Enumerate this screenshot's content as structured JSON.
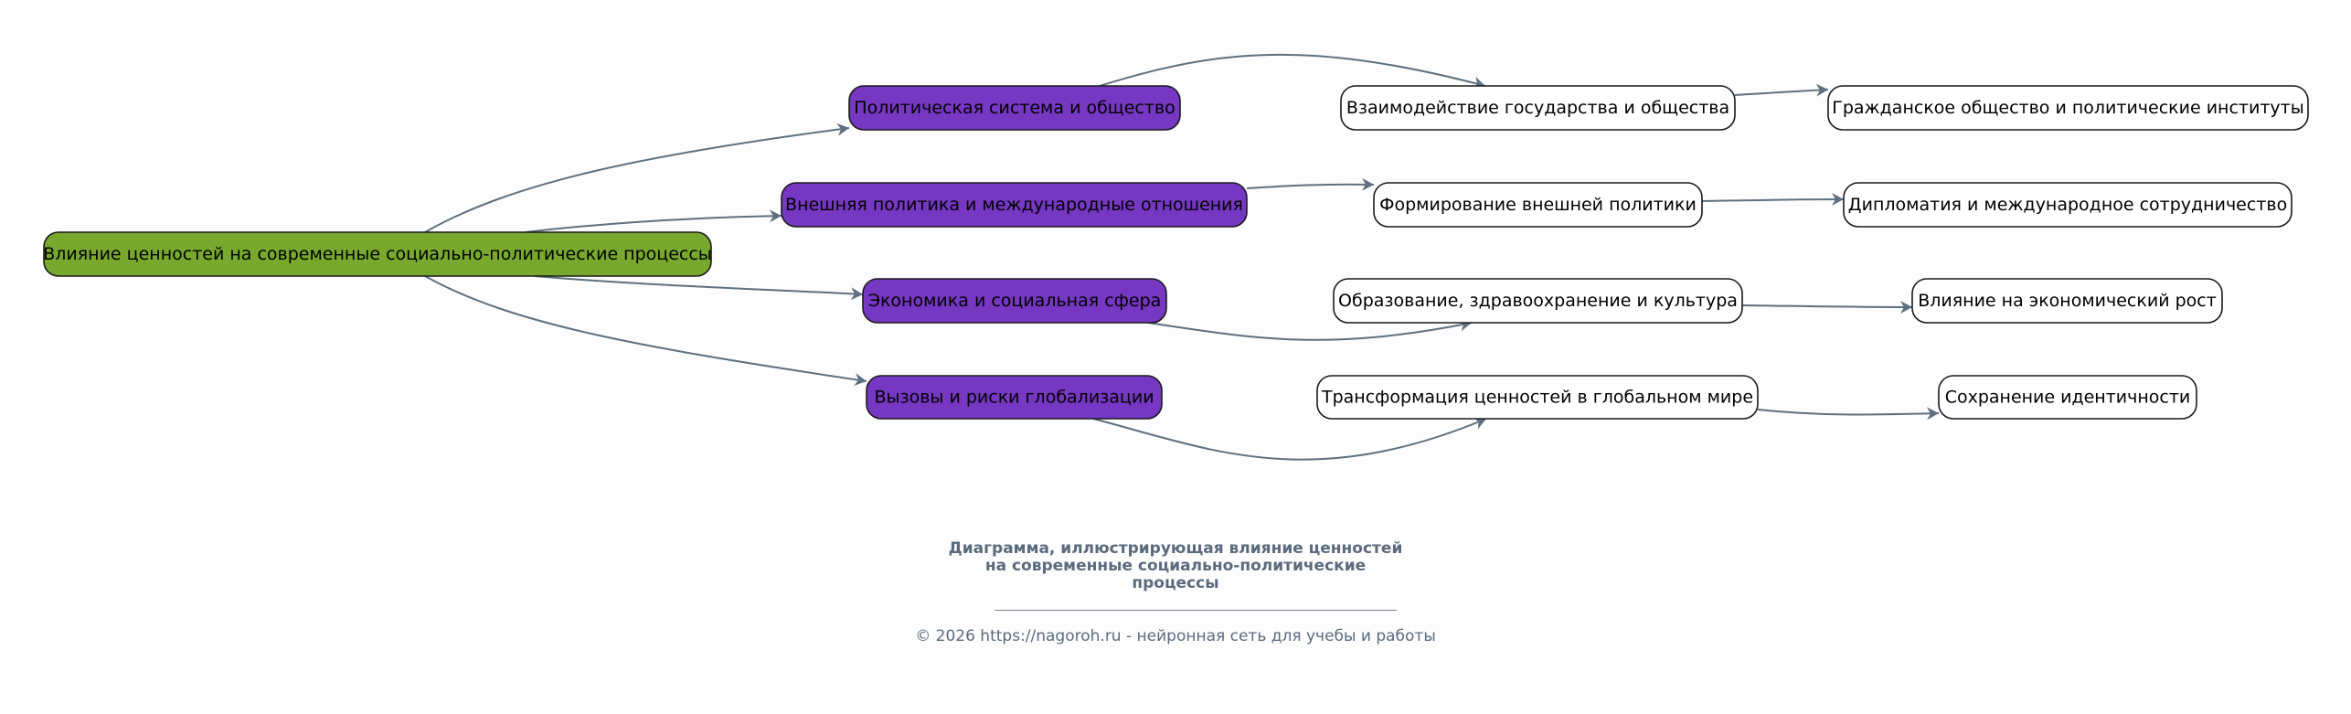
{
  "diagram": {
    "root": {
      "id": "root",
      "label": "Влияние ценностей на современные социально-политические процессы",
      "fill": "#78a92e"
    },
    "branches": [
      {
        "id": "b1",
        "label": "Политическая система и общество",
        "fill": "#7637c3"
      },
      {
        "id": "b2",
        "label": "Внешняя политика и международные отношения",
        "fill": "#7637c3"
      },
      {
        "id": "b3",
        "label": "Экономика и социальная сфера",
        "fill": "#7637c3"
      },
      {
        "id": "b4",
        "label": "Вызовы и риски глобализации",
        "fill": "#7637c3"
      }
    ],
    "subtopics": [
      {
        "id": "s1",
        "label": "Взаимодействие государства и общества",
        "fill": "#ffffff"
      },
      {
        "id": "s2",
        "label": "Формирование внешней политики",
        "fill": "#ffffff"
      },
      {
        "id": "s3",
        "label": "Образование, здравоохранение и культура",
        "fill": "#ffffff"
      },
      {
        "id": "s4",
        "label": "Трансформация ценностей в глобальном мире",
        "fill": "#ffffff"
      }
    ],
    "leaves": [
      {
        "id": "l1",
        "label": "Гражданское общество и политические институты",
        "fill": "#ffffff"
      },
      {
        "id": "l2",
        "label": "Дипломатия и международное сотрудничество",
        "fill": "#ffffff"
      },
      {
        "id": "l3",
        "label": "Влияние на экономический рост",
        "fill": "#ffffff"
      },
      {
        "id": "l4",
        "label": "Сохранение идентичности",
        "fill": "#ffffff"
      }
    ],
    "edges": [
      {
        "from": "root",
        "to": "b1"
      },
      {
        "from": "root",
        "to": "b2"
      },
      {
        "from": "root",
        "to": "b3"
      },
      {
        "from": "root",
        "to": "b4"
      },
      {
        "from": "b1",
        "to": "s1"
      },
      {
        "from": "b2",
        "to": "s2"
      },
      {
        "from": "b3",
        "to": "s3"
      },
      {
        "from": "b4",
        "to": "s4"
      },
      {
        "from": "s1",
        "to": "l1"
      },
      {
        "from": "s2",
        "to": "l2"
      },
      {
        "from": "s3",
        "to": "l3"
      },
      {
        "from": "s4",
        "to": "l4"
      }
    ],
    "edge_color": "#5f7080"
  },
  "caption": {
    "title_lines": [
      "Диаграмма, иллюстрирующая влияние ценностей",
      "на современные социально-политические",
      "процессы"
    ],
    "footer": "© 2026 https://nagoroh.ru - нейронная сеть для учебы и работы",
    "text_color": "#5b6b7d"
  }
}
